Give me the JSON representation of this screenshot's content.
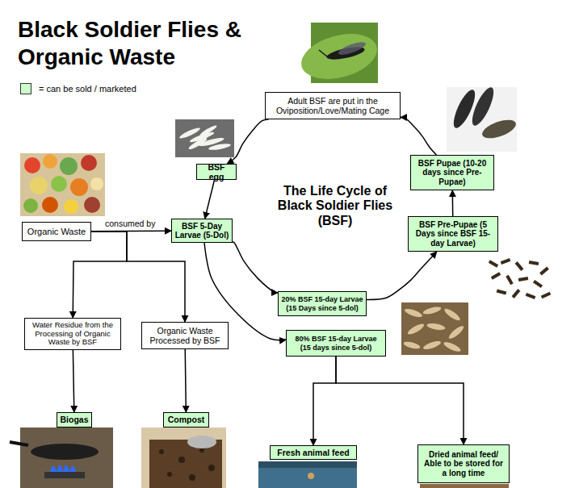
{
  "diagram": {
    "title": "Black Soldier Flies & Organic Waste",
    "nodes": [
      {
        "text": [
          "Adult BSF are put in the Oviposition/Love/Mating Cage"
        ]
      },
      {
        "text": [
          "BSF egg"
        ]
      },
      {
        "text": [
          "Organic Waste"
        ]
      },
      {
        "text": [
          "BSF 5-Day Larvae (5-Dol)"
        ]
      },
      {
        "text": [
          "BSF Pupae (10-20 days since Pre-Pupae)"
        ]
      },
      {
        "text": [
          "BSF Pre-Pupae (5 Days since BSF 15-day Larvae)"
        ]
      },
      {
        "text": [
          "20% BSF 15-day Larvae (15 Days since 5-dol)"
        ]
      },
      {
        "text": [
          "80% BSF 15-day Larvae (15 days since 5-dol)"
        ]
      },
      {
        "text": [
          "Water Residue from the Processing of Organic Waste by BSF"
        ]
      },
      {
        "text": [
          "Organic Waste Processed by BSF"
        ]
      },
      {
        "text": [
          "Biogas"
        ]
      },
      {
        "text": [
          "Compost"
        ]
      },
      {
        "text": [
          "Fresh animal feed"
        ]
      },
      {
        "text": [
          "Dried animal feed/ Able to be stored for a long time"
        ]
      }
    ],
    "edges": [
      {
        "from": 0,
        "to": 1,
        "arrow": "to"
      },
      {
        "from": 1,
        "to": 3,
        "arrow": "to"
      },
      {
        "from": 2,
        "to": 3,
        "label": "consumed by",
        "arrow": "to"
      },
      {
        "from": 3,
        "to": 6,
        "arrow": "to"
      },
      {
        "from": 3,
        "to": 7,
        "arrow": "to"
      },
      {
        "from": 6,
        "to": 5,
        "arrow": "to"
      },
      {
        "from": 5,
        "to": 4,
        "arrow": "to"
      },
      {
        "from": 4,
        "to": 0,
        "arrow": "to"
      },
      {
        "from": 2,
        "to": 8,
        "arrow": "to"
      },
      {
        "from": 2,
        "to": 9,
        "arrow": "to"
      },
      {
        "from": 8,
        "to": 10,
        "arrow": "to"
      },
      {
        "from": 9,
        "to": 11,
        "arrow": "to"
      },
      {
        "from": 7,
        "to": 12,
        "arrow": "to"
      },
      {
        "from": 7,
        "to": 13,
        "arrow": "to"
      }
    ],
    "labels": [
      "The Life Cycle of Black Soldier Flies (BSF)"
    ],
    "legend": [
      {
        "text": "= can be sold / marketed",
        "color": "#ccffcc"
      }
    ]
  }
}
